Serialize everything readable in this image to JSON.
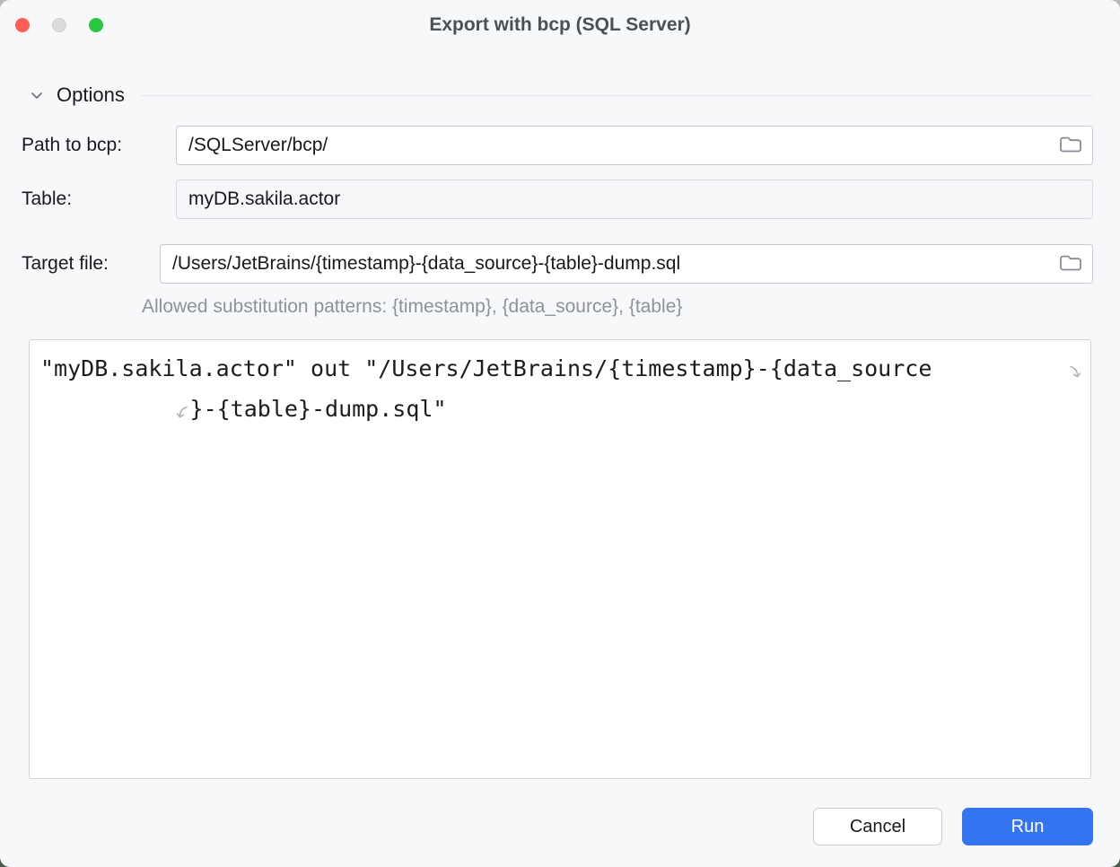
{
  "window": {
    "title": "Export with bcp (SQL Server)"
  },
  "options": {
    "header": "Options"
  },
  "form": {
    "path_to_bcp": {
      "label": "Path to bcp:",
      "value": "/SQLServer/bcp/"
    },
    "table": {
      "label": "Table:",
      "value": "myDB.sakila.actor"
    },
    "target_file": {
      "label": "Target file:",
      "value": "/Users/JetBrains/{timestamp}-{data_source}-{table}-dump.sql",
      "hint": "Allowed substitution patterns: {timestamp}, {data_source}, {table}"
    }
  },
  "command_preview": {
    "line1": "\"myDB.sakila.actor\" out \"/Users/JetBrains/{timestamp}-{data_source",
    "line2": "}-{table}-dump.sql\"",
    "full_text": "\"myDB.sakila.actor\" out \"/Users/JetBrains/{timestamp}-{data_source}-{table}-dump.sql\""
  },
  "footer": {
    "cancel": "Cancel",
    "run": "Run"
  },
  "colors": {
    "accent_blue": "#3574f0",
    "close_red": "#ff5f57",
    "minimize_gray": "#dcdcdc",
    "zoom_green": "#28c840",
    "dialog_bg": "#f7f8fa",
    "hint_gray": "#8e919b"
  }
}
